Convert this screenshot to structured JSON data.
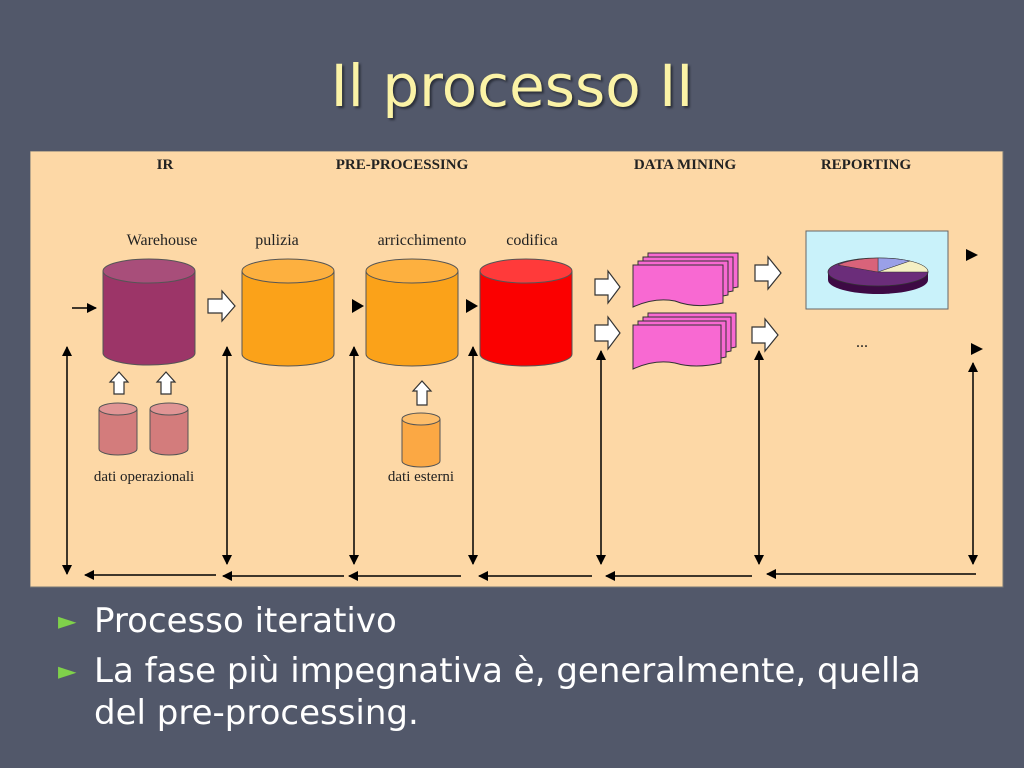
{
  "slide": {
    "title": "Il processo II",
    "bullets": [
      "Processo iterativo",
      "La fase più impegnativa è, generalmente, quella del pre-processing."
    ]
  },
  "diagram": {
    "phases": [
      "IR",
      "PRE-PROCESSING",
      "DATA MINING",
      "REPORTING"
    ],
    "labels": {
      "warehouse": "Warehouse",
      "pulizia": "pulizia",
      "arricchimento": "arricchimento",
      "codifica": "codifica",
      "dati_operazionali": "dati operazionali",
      "dati_esterni": "dati esterni",
      "ellipsis": "..."
    },
    "colors": {
      "background": "#fdd8a6",
      "warehouse": "#9c3568",
      "pulizia": "#fba219",
      "arricchimento": "#fba219",
      "codifica": "#fb0000",
      "dati_operazionali": "#d37c7c",
      "dati_esterni": "#fba844",
      "data_mining_sheets": "#f869d2",
      "report_panel": "#c9f2fa"
    },
    "icons": [
      "arrow-right-icon",
      "arrow-up-icon",
      "pie-chart-icon",
      "stacked-pages-icon"
    ]
  }
}
